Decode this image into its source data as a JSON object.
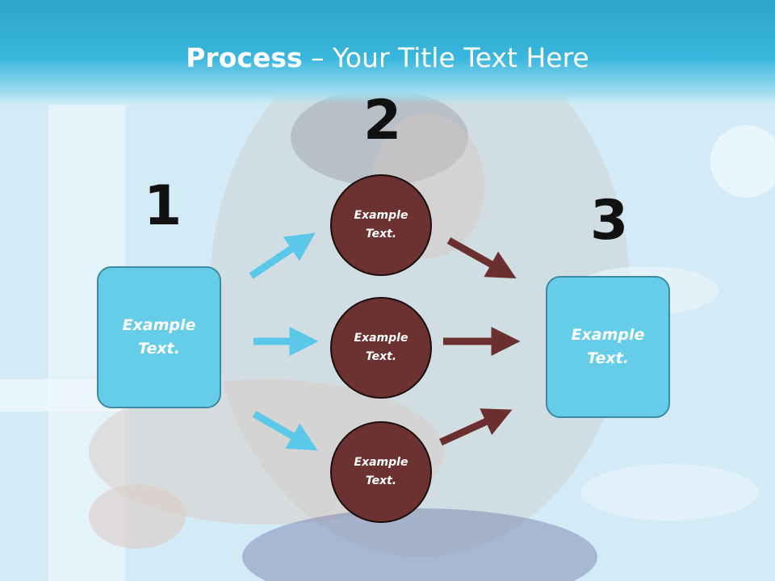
{
  "slide": {
    "title_bold": "Process",
    "title_rest": " – Your Title Text Here"
  },
  "steps": {
    "step1_number": "1",
    "step2_number": "2",
    "step3_number": "3"
  },
  "boxes": {
    "left_text": "Example\nText.",
    "right_text": "Example\nText."
  },
  "circles": [
    {
      "text": "Example\nText."
    },
    {
      "text": "Example\nText."
    },
    {
      "text": "Example\nText."
    }
  ],
  "colors": {
    "header": "#39b6dd",
    "box_fill": "#66cde9",
    "circle_fill": "#6b3231",
    "arrow_blue": "#5bc8ea",
    "arrow_brown": "#6b2f2f"
  }
}
